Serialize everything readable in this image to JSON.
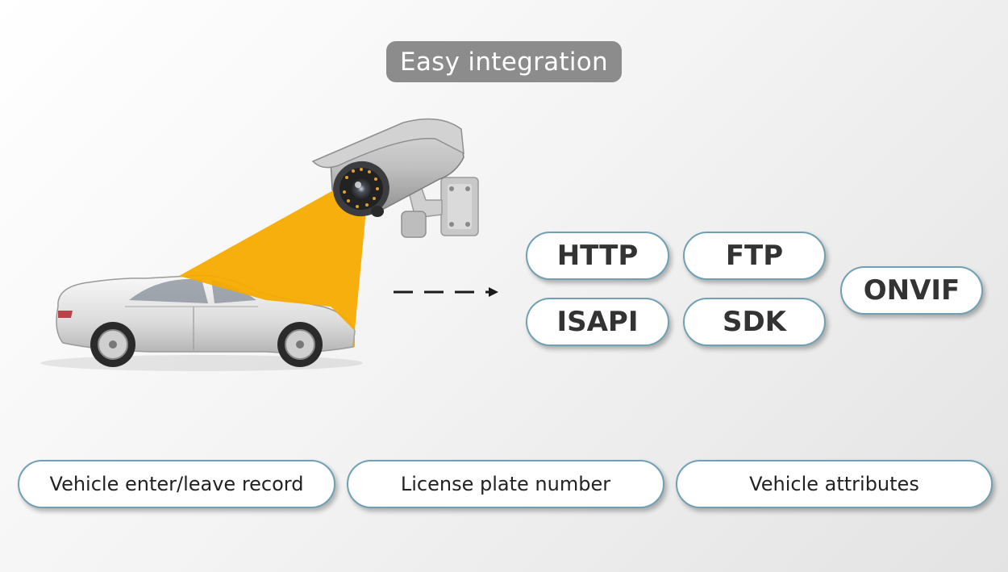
{
  "title": "Easy integration",
  "protocols": {
    "http": "HTTP",
    "ftp": "FTP",
    "isapi": "ISAPI",
    "sdk": "SDK",
    "onvif": "ONVIF"
  },
  "features": {
    "record": "Vehicle enter/leave record",
    "plate": "License plate number",
    "attributes": "Vehicle attributes"
  },
  "icons": {
    "camera": "surveillance-camera-icon",
    "car": "sedan-car-icon",
    "arrow": "dashed-arrow-icon"
  },
  "colors": {
    "beam": "#f5ab00",
    "title_bg": "#8c8c8c",
    "pill_border": "#6fa0b4"
  }
}
